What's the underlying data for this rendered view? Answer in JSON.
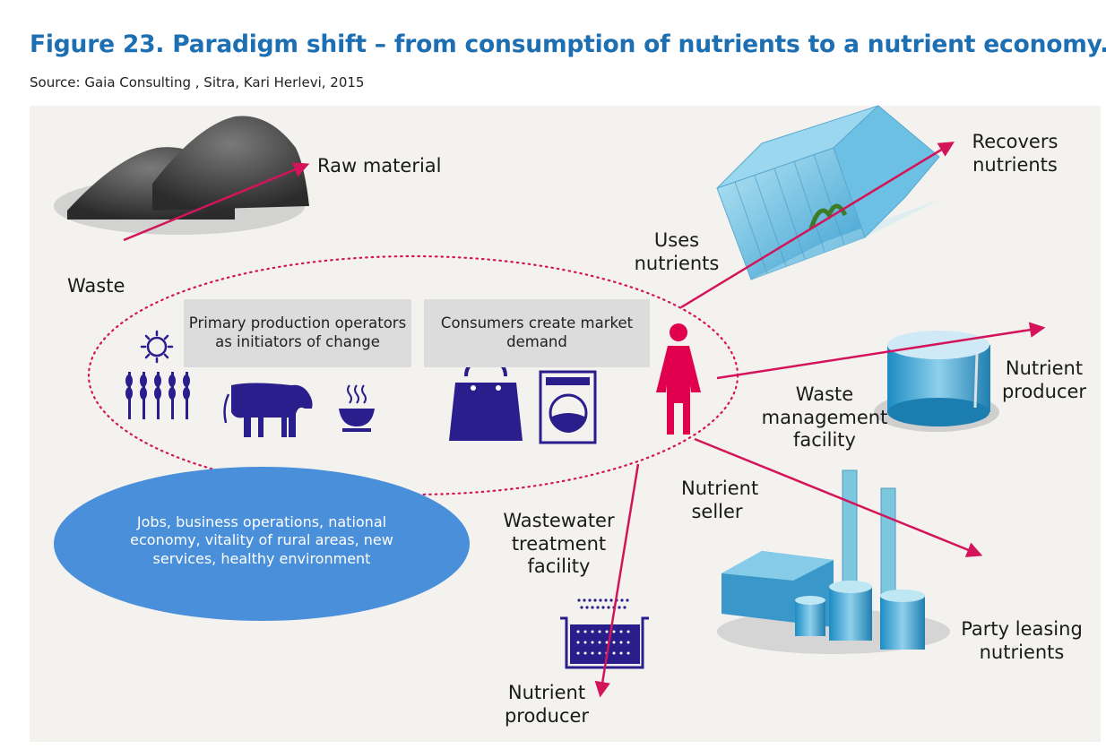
{
  "figure": {
    "title": "Figure 23. Paradigm shift – from consumption of nutrients to a nutrient economy.",
    "source": "Source: Gaia Consulting , Sitra, Kari Herlevi, 2015"
  },
  "labels": {
    "raw_material": "Raw material",
    "waste": "Waste",
    "recovers_nutrients": "Recovers nutrients",
    "uses_nutrients": "Uses nutrients",
    "nutrient_producer_right": "Nutrient producer",
    "waste_management_facility": "Waste management facility",
    "nutrient_seller": "Nutrient seller",
    "wastewater_treatment_facility": "Wastewater treatment facility",
    "party_leasing_nutrients": "Party leasing nutrients",
    "nutrient_producer_bottom": "Nutrient producer"
  },
  "boxes": {
    "primary_production": "Primary production operators as initiators of change",
    "consumers": "Consumers create market demand"
  },
  "benefits": "Jobs, business operations, national economy, vitality of rural areas, new services, healthy environment",
  "icons": [
    "sun-icon",
    "wheat-icon",
    "cow-icon",
    "soup-bowl-icon",
    "shopping-bag-icon",
    "washing-machine-icon",
    "woman-icon",
    "greenhouse-icon",
    "tank-icon",
    "factory-icon",
    "wastewater-basin-icon",
    "waste-heap-icon"
  ],
  "colors": {
    "title": "#1d6fb3",
    "arrow": "#d4145a",
    "icon": "#2a1e8c",
    "woman": "#e0004d",
    "benefits_ellipse": "#4a8fd9",
    "panel": "#f3f2ef"
  }
}
